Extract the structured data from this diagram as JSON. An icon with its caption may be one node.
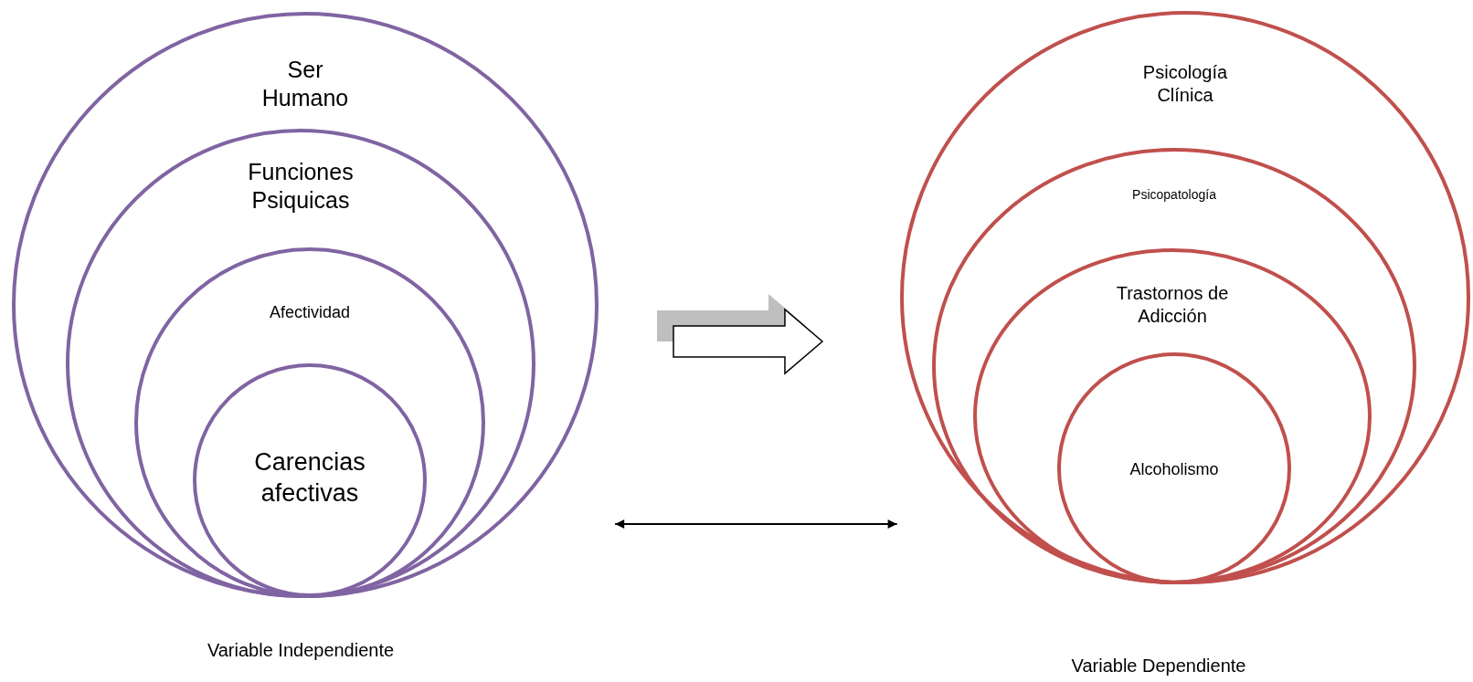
{
  "diagram": {
    "nodes": [
      {
        "text": [
          "Ser Humano"
        ]
      },
      {
        "text": [
          "Funciones Psiquicas"
        ],
        "in": 0
      },
      {
        "text": [
          "Afectividad"
        ],
        "in": 1
      },
      {
        "text": [
          "Carencias afectivas"
        ],
        "in": 2
      },
      {
        "text": [
          "Psicología Clínica"
        ]
      },
      {
        "text": [
          "Psicopatología"
        ],
        "in": 4
      },
      {
        "text": [
          "Trastornos de Adicción"
        ],
        "in": 5
      },
      {
        "text": [
          "Alcoholismo"
        ],
        "in": 6
      }
    ],
    "edges": [
      {
        "from": 0,
        "to": 4,
        "arrow": "to",
        "style": "thick"
      },
      {
        "from": 0,
        "to": 4,
        "arrow": "both"
      }
    ],
    "labels": [
      "Variable Independiente",
      "Variable Dependiente"
    ]
  }
}
